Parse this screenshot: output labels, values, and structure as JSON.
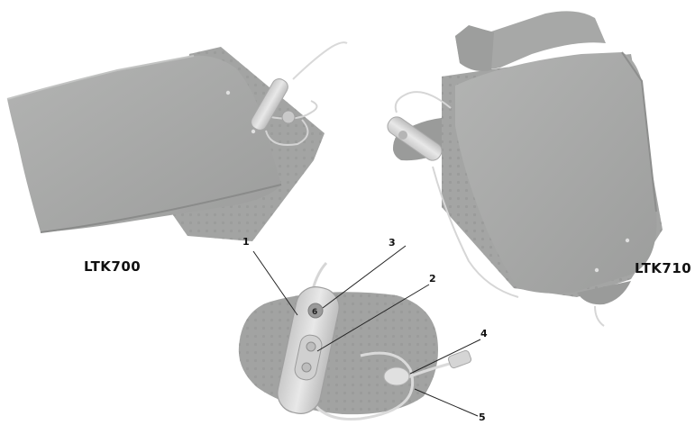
{
  "models": {
    "left": "LTK700",
    "right": "LTK710"
  },
  "callouts": {
    "c1": "1",
    "c2": "2",
    "c3": "3",
    "c4": "4",
    "c5": "5"
  },
  "controller_display": "6",
  "colors": {
    "fabric": "#a9aaa9",
    "fabric_dark": "#8f908f",
    "fabric_light": "#bdbebd",
    "cord": "#d9d9d9",
    "controller": "#d6d6d6"
  }
}
